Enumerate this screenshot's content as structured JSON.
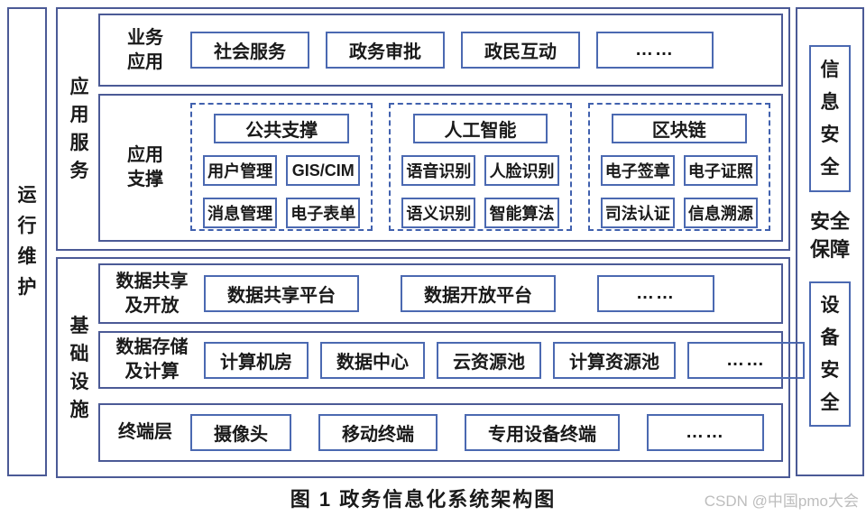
{
  "colors": {
    "outer": "#4b5a96",
    "box": "#4b69b1",
    "dashed": "#4161ae",
    "text": "#1a1a1a",
    "watermark": "#bdbdbd",
    "bg": "#ffffff"
  },
  "diagram": {
    "caption": "图 1  政务信息化系统架构图",
    "watermark": "CSDN @中国pmo大会",
    "left_bar": {
      "label": "运行维护"
    },
    "right_bar": {
      "label": "安全\n保障",
      "items": [
        "信息安全",
        "设备安全"
      ]
    },
    "sections": [
      {
        "label": "应用服务",
        "rows": [
          {
            "label": "业务\n应用",
            "items": [
              "社会服务",
              "政务审批",
              "政民互动",
              "……"
            ]
          },
          {
            "label": "应用\n支撑",
            "groups": [
              {
                "title": "公共支撑",
                "items": [
                  "用户管理",
                  "GIS/CIM",
                  "消息管理",
                  "电子表单"
                ]
              },
              {
                "title": "人工智能",
                "items": [
                  "语音识别",
                  "人脸识别",
                  "语义识别",
                  "智能算法"
                ]
              },
              {
                "title": "区块链",
                "items": [
                  "电子签章",
                  "电子证照",
                  "司法认证",
                  "信息溯源"
                ]
              }
            ]
          }
        ]
      },
      {
        "label": "基础设施",
        "rows": [
          {
            "label": "数据共享\n及开放",
            "items": [
              "数据共享平台",
              "数据开放平台",
              "……"
            ]
          },
          {
            "label": "数据存储\n及计算",
            "items": [
              "计算机房",
              "数据中心",
              "云资源池",
              "计算资源池",
              "……"
            ]
          },
          {
            "label": "终端层",
            "items": [
              "摄像头",
              "移动终端",
              "专用设备终端",
              "……"
            ]
          }
        ]
      }
    ]
  }
}
